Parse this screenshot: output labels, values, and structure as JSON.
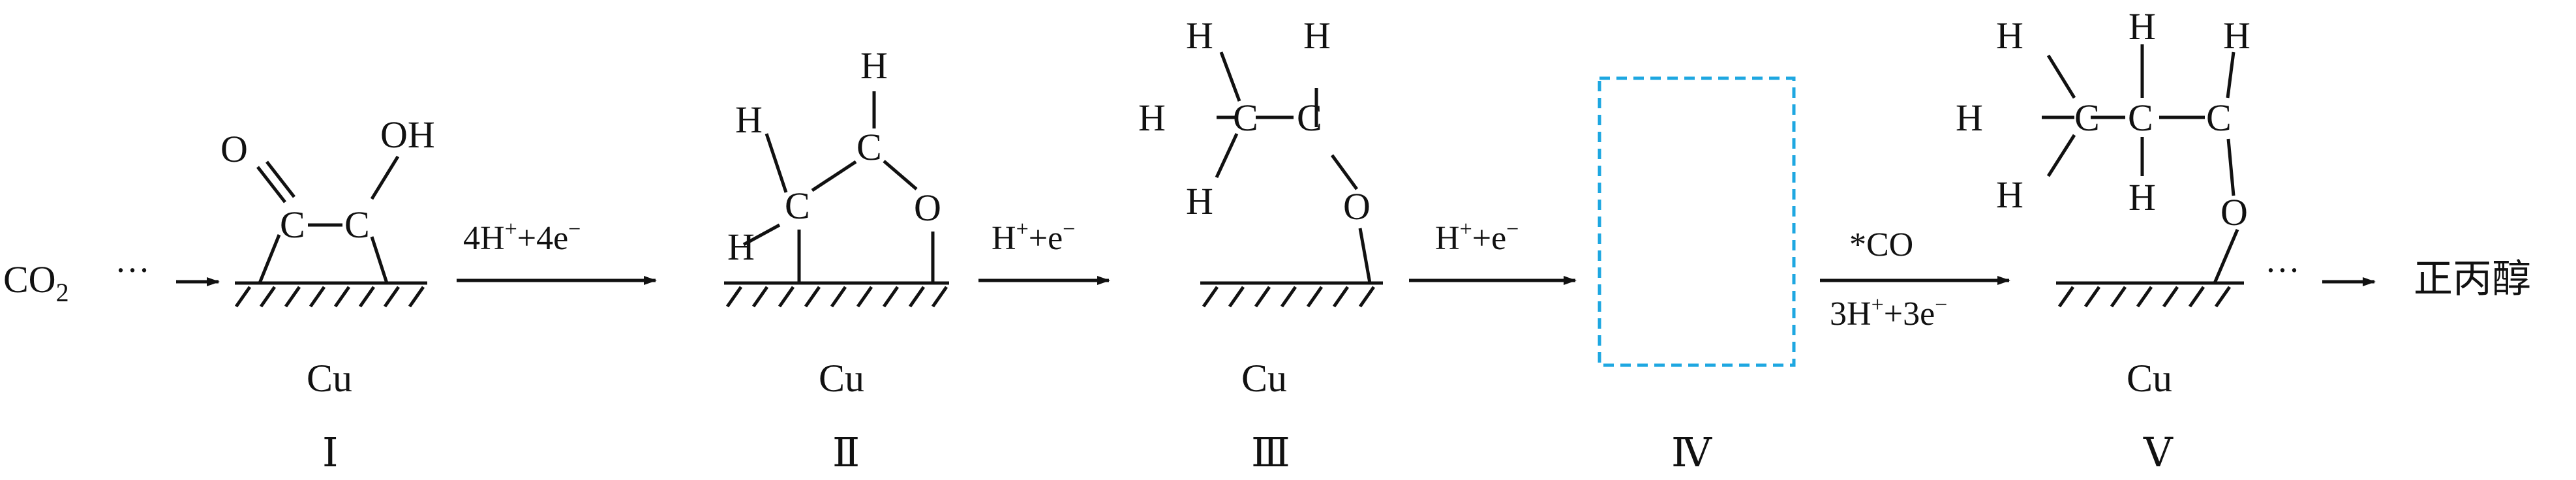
{
  "start_species": {
    "main": "CO",
    "subscript": "2"
  },
  "product": "正丙醇",
  "dots": "···",
  "surface_label": "Cu",
  "roman": [
    "Ⅰ",
    "Ⅱ",
    "Ⅲ",
    "Ⅳ",
    "Ⅴ"
  ],
  "atoms": {
    "C": "C",
    "O": "O",
    "H": "H",
    "OH": "OH"
  },
  "steps": {
    "step1": {
      "h": "4H",
      "plus_sup": "+",
      "mid": "+4e",
      "minus_sup": "−"
    },
    "step2": {
      "h": "H",
      "plus_sup": "+",
      "mid": "+e",
      "minus_sup": "−"
    },
    "step3": {
      "h": "H",
      "plus_sup": "+",
      "mid": "+e",
      "minus_sup": "−"
    },
    "step4": {
      "top": "*CO",
      "h": "3H",
      "plus_sup": "+",
      "mid": "+3e",
      "minus_sup": "−"
    }
  },
  "colors": {
    "ink": "#111111",
    "placeholder_box": "#1ea7e1"
  }
}
